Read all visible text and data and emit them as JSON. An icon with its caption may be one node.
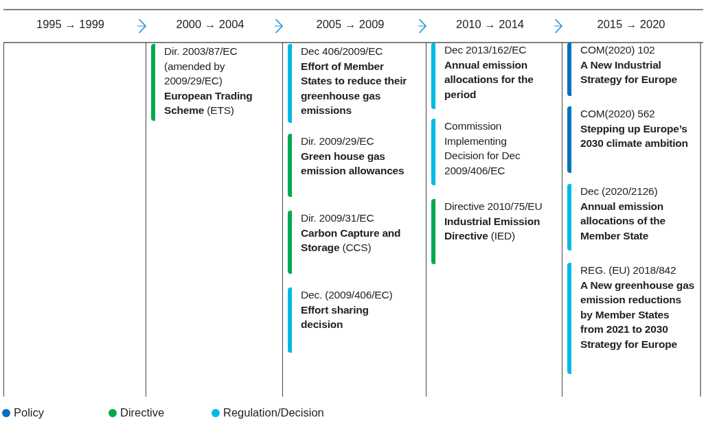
{
  "diagram": {
    "nodes": [
      {
        "text": [
          "1995 → 1999"
        ]
      },
      {
        "text": [
          "2000 → 2004"
        ]
      },
      {
        "text": [
          "2005 → 2009"
        ]
      },
      {
        "text": [
          "2010 → 2014"
        ]
      },
      {
        "text": [
          "2015 → 2020"
        ]
      },
      {
        "text": [
          "Dir. 2003/87/EC (amended by 2009/29/EC)",
          "**European Trading Scheme** (ETS)"
        ],
        "in": 1
      },
      {
        "text": [
          "Dec 406/2009/EC",
          "**Effort of Member States to reduce their greenhouse gas emissions**"
        ],
        "in": 2
      },
      {
        "text": [
          "Dir. 2009/29/EC",
          "**Green house gas emission allowances**"
        ],
        "in": 2
      },
      {
        "text": [
          "Dir. 2009/31/EC",
          "**Carbon Capture and Storage** (CCS)"
        ],
        "in": 2
      },
      {
        "text": [
          "Dec. (2009/406/EC)",
          "**Effort sharing decision**"
        ],
        "in": 2
      },
      {
        "text": [
          "Dec 2013/162/EC",
          "**Annual emission allocations for the period**"
        ],
        "in": 3
      },
      {
        "text": [
          "Commission Implementing Decision for Dec 2009/406/EC"
        ],
        "in": 3
      },
      {
        "text": [
          "Directive 2010/75/EU",
          "**Industrial Emission Directive** (IED)"
        ],
        "in": 3
      },
      {
        "text": [
          "COM(2020) 102",
          "**A New Industrial Strategy for Europe**"
        ],
        "in": 4
      },
      {
        "text": [
          "COM(2020) 562",
          "**Stepping up Europe’s 2030 climate ambition**"
        ],
        "in": 4
      },
      {
        "text": [
          "Dec (2020/2126)",
          "**Annual emission allocations of the Member State**"
        ],
        "in": 4
      },
      {
        "text": [
          "REG. (EU) 2018/842",
          "**A New greenhouse gas emission reductions by Member States from 2021 to 2030 Strategy for Europe**"
        ],
        "in": 4
      }
    ],
    "edges": [
      {
        "from": 0,
        "to": 1,
        "arrow": "to"
      },
      {
        "from": 1,
        "to": 2,
        "arrow": "to"
      },
      {
        "from": 2,
        "to": 3,
        "arrow": "to"
      },
      {
        "from": 3,
        "to": 4,
        "arrow": "to"
      }
    ],
    "legend": [
      {
        "text": "Policy",
        "color": "#0072bc"
      },
      {
        "text": "Directive",
        "color": "#00a94f"
      },
      {
        "text": "Regulation/Decision",
        "color": "#00b9e4"
      }
    ]
  }
}
